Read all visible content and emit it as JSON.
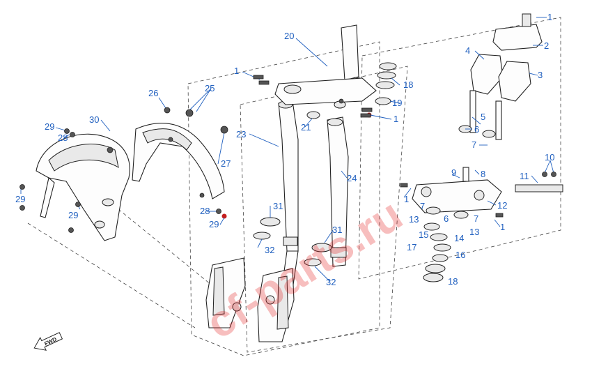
{
  "callouts": {
    "c1_top": "1",
    "c2": "2",
    "c3": "3",
    "c4": "4",
    "c5": "5",
    "c6_upper": "6",
    "c7_upper": "7",
    "c8": "8",
    "c9": "9",
    "c10": "10",
    "c11": "11",
    "c12": "12",
    "c1_bracket_left": "1",
    "c1_bracket_right": "1",
    "c7_lower_left": "7",
    "c6_lower": "6",
    "c7_lower_right": "7",
    "c13_left": "13",
    "c13_right": "13",
    "c14": "14",
    "c15": "15",
    "c16": "16",
    "c17": "17",
    "c18_lower": "18",
    "c20": "20",
    "c1_left_top": "1",
    "c18_upper": "18",
    "c19": "19",
    "c21": "21",
    "c1_right_mid": "1",
    "c23": "23",
    "c24": "24",
    "c31_left": "31",
    "c32_left": "32",
    "c31_right": "31",
    "c32_right": "32",
    "c25": "25",
    "c26": "26",
    "c27": "27",
    "c28_mid": "28",
    "c29_mid": "29",
    "c30": "30",
    "c29_top": "29",
    "c28_top": "28",
    "c29_left": "29",
    "c29_bottom": "29"
  },
  "watermark": "cf-parts.ru",
  "direction_badge": "FWD",
  "colors": {
    "callout": "#1f5fbf",
    "watermark": "#e62828",
    "line": "#222222"
  }
}
